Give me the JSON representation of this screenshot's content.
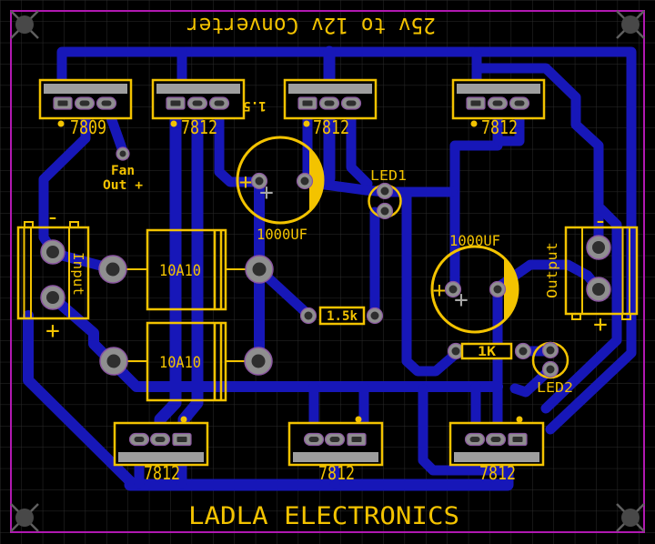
{
  "board": {
    "title": "25v to 12v Converter",
    "brand": "LADLA ELECTRONICS",
    "colors": {
      "background": "#000000",
      "grid": "#2c2c2c",
      "border": "#b118b1",
      "trace": "#1717b8",
      "silkscreen": "#f3c300",
      "pad_outer": "#8f8f8f",
      "pad_inner": "#2e2e2e",
      "pad_ring": "#8a55a0",
      "heatsink": "#9e9e9e",
      "fiducial": "#4a4a4a"
    }
  },
  "labels": {
    "reg_top": [
      "7809",
      "7812",
      "7812",
      "7812"
    ],
    "reg_bottom": [
      "7812",
      "7812",
      "7812"
    ],
    "diode": "10A10",
    "cap": "1000UF",
    "res1": "1.5k",
    "res2": "1K",
    "led1": "LED1",
    "led2": "LED2",
    "input": "Input",
    "output": "Output",
    "fan_line1": "Fan",
    "fan_line2": "Out +",
    "floating": "1.5",
    "plus": "+",
    "minus": "-"
  }
}
